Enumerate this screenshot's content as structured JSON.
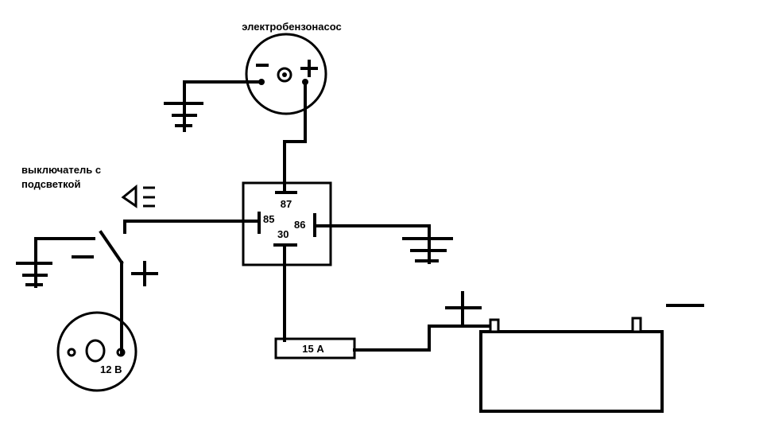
{
  "labels": {
    "fuel_pump": "электробензонасос",
    "switch_line1": "выключатель с",
    "switch_line2": "подсветкой",
    "socket_voltage": "12 В",
    "fuse": "15 А"
  },
  "relay_pins": {
    "p87": "87",
    "p85": "85",
    "p86": "86",
    "p30": "30"
  },
  "colors": {
    "stroke": "#000000",
    "background": "#ffffff"
  }
}
